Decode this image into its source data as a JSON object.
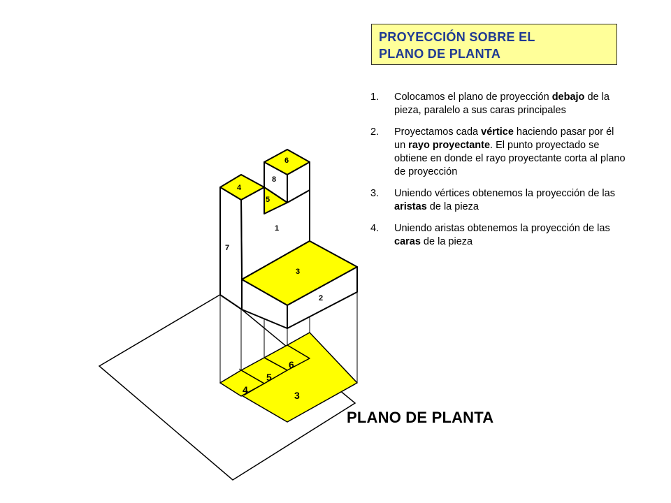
{
  "title": {
    "line1": "PROYECCIÓN SOBRE EL",
    "line2": "PLANO DE PLANTA"
  },
  "steps": [
    {
      "num": "1.",
      "parts": [
        "Colocamos el plano de proyección ",
        "debajo",
        " de la pieza, paralelo a sus caras principales"
      ]
    },
    {
      "num": "2.",
      "parts": [
        "Proyectamos cada ",
        "vértice",
        " haciendo pasar por él un ",
        "rayo proyectante",
        ". El punto proyectado se obtiene en donde el rayo proyectante corta al plano de proyección"
      ]
    },
    {
      "num": "3.",
      "parts": [
        "Uniendo vértices obtenemos la proyección de las ",
        "aristas",
        " de la pieza"
      ]
    },
    {
      "num": "4.",
      "parts": [
        "Uniendo aristas obtenemos la proyección de las ",
        "caras",
        " de la pieza"
      ]
    }
  ],
  "plane_label": "PLANO DE PLANTA",
  "piece_labels": {
    "f1": "1",
    "f2": "2",
    "f3": "3",
    "f4": "4",
    "f5": "5",
    "f6": "6",
    "f7": "7",
    "f8": "8"
  },
  "projection_labels": {
    "p3": "3",
    "p4": "4",
    "p5": "5",
    "p6": "6"
  },
  "colors": {
    "face_fill": "#ffff00",
    "title_bg": "#ffff99",
    "title_text": "#1f3a93",
    "line": "#000000"
  }
}
